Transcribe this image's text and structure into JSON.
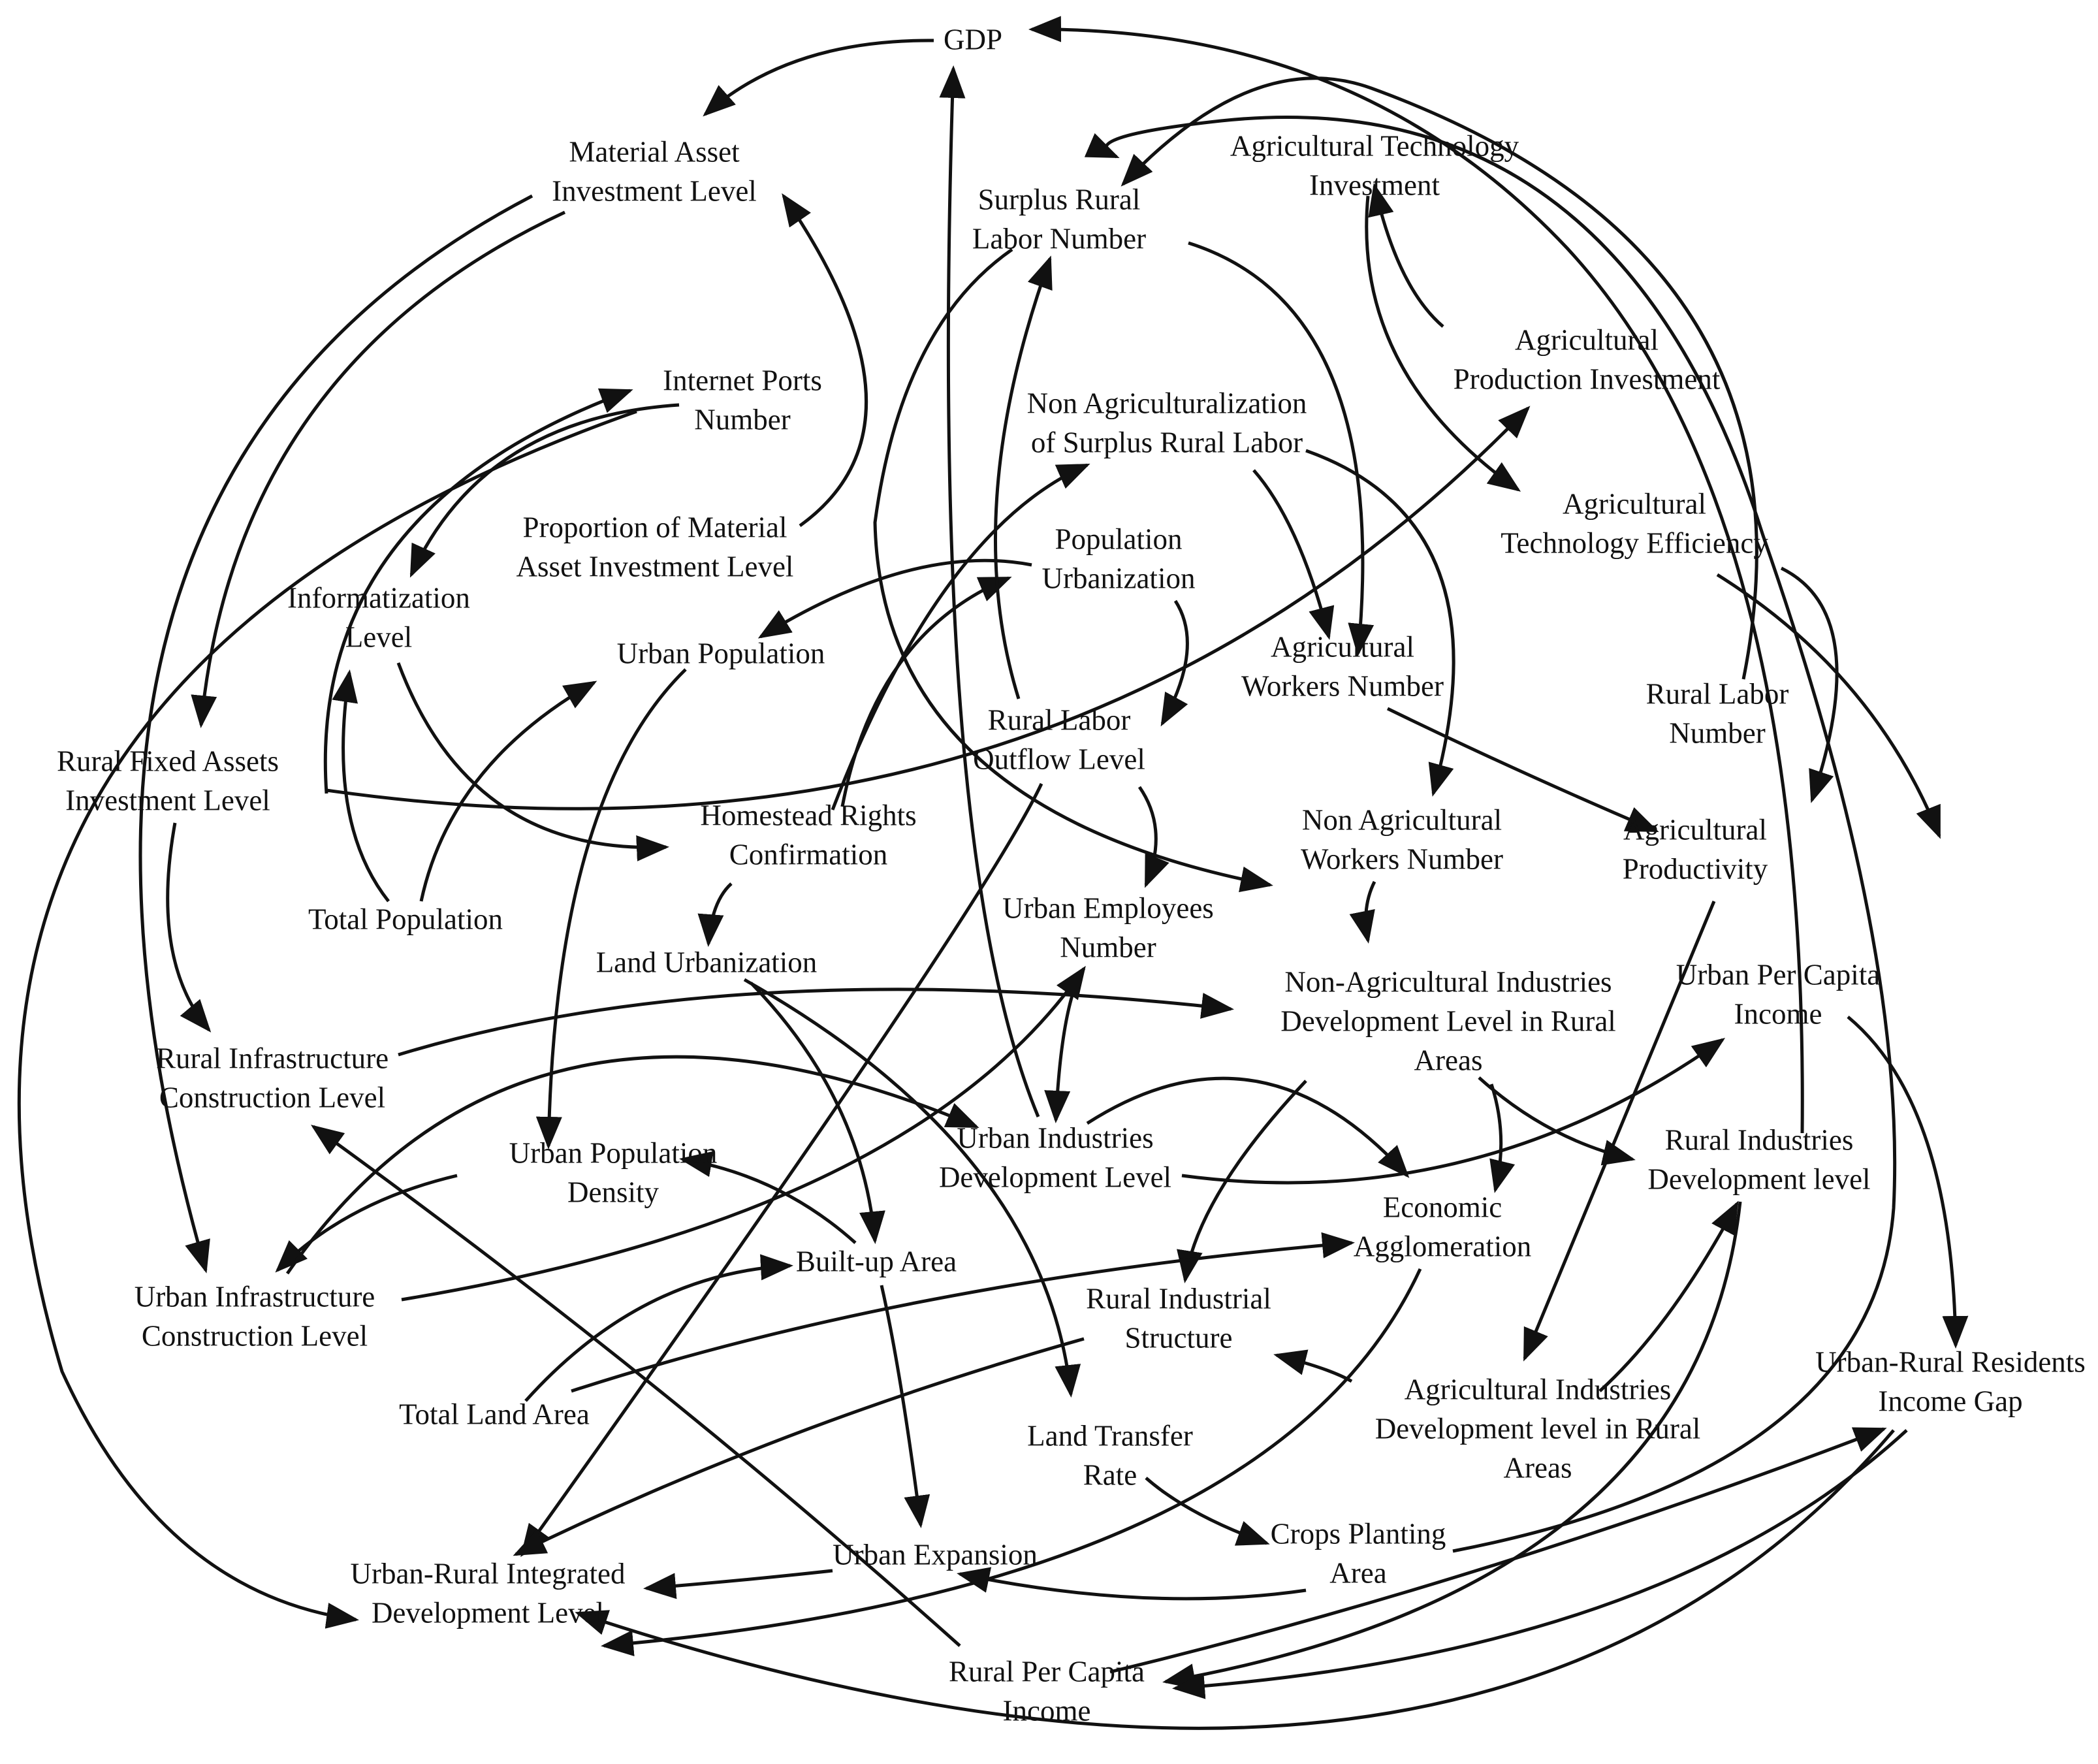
{
  "diagram": {
    "type": "causal-loop-diagram",
    "nodes": [
      {
        "id": "gdp",
        "label": [
          "GDP"
        ]
      },
      {
        "id": "material_asset",
        "label": [
          "Material Asset",
          "Investment Level"
        ]
      },
      {
        "id": "agri_tech_invest",
        "label": [
          "Agricultural Technology",
          "Investment"
        ]
      },
      {
        "id": "surplus_labor",
        "label": [
          "Surplus Rural",
          "Labor Number"
        ]
      },
      {
        "id": "internet_ports",
        "label": [
          "Internet Ports",
          "Number"
        ]
      },
      {
        "id": "agri_prod_invest",
        "label": [
          "Agricultural",
          "Production Investment"
        ]
      },
      {
        "id": "non_agri_surplus",
        "label": [
          "Non Agriculturalization",
          "of Surplus Rural Labor"
        ]
      },
      {
        "id": "prop_material",
        "label": [
          "Proportion of Material",
          "Asset Investment Level"
        ]
      },
      {
        "id": "agri_tech_eff",
        "label": [
          "Agricultural",
          "Technology Efficiency"
        ]
      },
      {
        "id": "pop_urbanization",
        "label": [
          "Population",
          "Urbanization"
        ]
      },
      {
        "id": "informatization",
        "label": [
          "Informatization",
          "Level"
        ]
      },
      {
        "id": "urban_pop",
        "label": [
          "Urban Population"
        ]
      },
      {
        "id": "agri_workers",
        "label": [
          "Agricultural",
          "Workers Number"
        ]
      },
      {
        "id": "rural_labor_number",
        "label": [
          "Rural Labor",
          "Number"
        ]
      },
      {
        "id": "rural_labor_outflow",
        "label": [
          "Rural Labor",
          "Outflow Level"
        ]
      },
      {
        "id": "rural_fixed",
        "label": [
          "Rural Fixed Assets",
          "Investment Level"
        ]
      },
      {
        "id": "homestead",
        "label": [
          "Homestead Rights",
          "Confirmation"
        ]
      },
      {
        "id": "non_agri_workers",
        "label": [
          "Non Agricultural",
          "Workers Number"
        ]
      },
      {
        "id": "agri_productivity",
        "label": [
          "Agricultural",
          "Productivity"
        ]
      },
      {
        "id": "total_pop",
        "label": [
          "Total Population"
        ]
      },
      {
        "id": "urban_employees",
        "label": [
          "Urban Employees",
          "Number"
        ]
      },
      {
        "id": "land_urbanization",
        "label": [
          "Land Urbanization"
        ]
      },
      {
        "id": "non_agri_industries",
        "label": [
          "Non-Agricultural Industries",
          "Development Level in Rural",
          "Areas"
        ]
      },
      {
        "id": "urban_pc_income",
        "label": [
          "Urban Per Capita",
          "Income"
        ]
      },
      {
        "id": "rural_infra",
        "label": [
          "Rural Infrastructure",
          "Construction Level"
        ]
      },
      {
        "id": "urban_industries",
        "label": [
          "Urban Industries",
          "Development Level"
        ]
      },
      {
        "id": "urban_pop_density",
        "label": [
          "Urban Population",
          "Density"
        ]
      },
      {
        "id": "rural_industries",
        "label": [
          "Rural Industries",
          "Development level"
        ]
      },
      {
        "id": "economic_agglom",
        "label": [
          "Economic",
          "Agglomeration"
        ]
      },
      {
        "id": "built_up",
        "label": [
          "Built-up Area"
        ]
      },
      {
        "id": "urban_infra",
        "label": [
          "Urban Infrastructure",
          "Construction Level"
        ]
      },
      {
        "id": "rural_industrial_structure",
        "label": [
          "Rural Industrial",
          "Structure"
        ]
      },
      {
        "id": "urban_rural_gap",
        "label": [
          "Urban-Rural Residents",
          "Income Gap"
        ]
      },
      {
        "id": "agri_industries",
        "label": [
          "Agricultural Industries",
          "Development level in Rural",
          "Areas"
        ]
      },
      {
        "id": "total_land",
        "label": [
          "Total Land Area"
        ]
      },
      {
        "id": "land_transfer",
        "label": [
          "Land Transfer",
          "Rate"
        ]
      },
      {
        "id": "crops_area",
        "label": [
          "Crops Planting",
          "Area"
        ]
      },
      {
        "id": "urban_expansion",
        "label": [
          "Urban Expansion"
        ]
      },
      {
        "id": "urban_rural_integrated",
        "label": [
          "Urban-Rural Integrated",
          "Development Level"
        ]
      },
      {
        "id": "rural_pc_income",
        "label": [
          "Rural Per Capita",
          "Income"
        ]
      }
    ],
    "edges": [
      {
        "from": "gdp",
        "to": "material_asset"
      },
      {
        "from": "material_asset",
        "to": "rural_fixed"
      },
      {
        "from": "material_asset",
        "to": "urban_infra"
      },
      {
        "from": "prop_material",
        "to": "material_asset"
      },
      {
        "from": "internet_ports",
        "to": "informatization"
      },
      {
        "from": "internet_ports",
        "to": "urban_rural_integrated"
      },
      {
        "from": "rural_fixed",
        "to": "internet_ports"
      },
      {
        "from": "rural_fixed",
        "to": "agri_prod_invest"
      },
      {
        "from": "rural_fixed",
        "to": "rural_infra"
      },
      {
        "from": "informatization",
        "to": "homestead"
      },
      {
        "from": "total_pop",
        "to": "informatization"
      },
      {
        "from": "total_pop",
        "to": "urban_pop"
      },
      {
        "from": "pop_urbanization",
        "to": "urban_pop"
      },
      {
        "from": "pop_urbanization",
        "to": "rural_labor_outflow"
      },
      {
        "from": "urban_pop",
        "to": "urban_pop_density"
      },
      {
        "from": "homestead",
        "to": "non_agri_surplus"
      },
      {
        "from": "homestead",
        "to": "pop_urbanization"
      },
      {
        "from": "homestead",
        "to": "land_urbanization"
      },
      {
        "from": "rural_labor_outflow",
        "to": "surplus_labor"
      },
      {
        "from": "rural_labor_outflow",
        "to": "urban_employees"
      },
      {
        "from": "rural_labor_outflow",
        "to": "urban_rural_integrated"
      },
      {
        "from": "surplus_labor",
        "to": "agri_workers"
      },
      {
        "from": "surplus_labor",
        "to": "non_agri_workers"
      },
      {
        "from": "non_agri_surplus",
        "to": "agri_workers"
      },
      {
        "from": "non_agri_surplus",
        "to": "non_agri_workers"
      },
      {
        "from": "agri_prod_invest",
        "to": "agri_tech_invest"
      },
      {
        "from": "agri_tech_invest",
        "to": "agri_tech_eff"
      },
      {
        "from": "agri_tech_eff",
        "to": "agri_productivity"
      },
      {
        "from": "rural_labor_number",
        "to": "surplus_labor"
      },
      {
        "from": "agri_workers",
        "to": "agri_productivity"
      },
      {
        "from": "non_agri_workers",
        "to": "non_agri_industries"
      },
      {
        "from": "agri_productivity",
        "to": "agri_industries"
      },
      {
        "from": "urban_employees",
        "to": "urban_industries"
      },
      {
        "from": "urban_industries",
        "to": "gdp"
      },
      {
        "from": "urban_industries",
        "to": "economic_agglom"
      },
      {
        "from": "urban_industries",
        "to": "urban_pc_income"
      },
      {
        "from": "rural_infra",
        "to": "non_agri_industries"
      },
      {
        "from": "non_agri_industries",
        "to": "economic_agglom"
      },
      {
        "from": "non_agri_industries",
        "to": "rural_industrial_structure"
      },
      {
        "from": "non_agri_industries",
        "to": "rural_industries"
      },
      {
        "from": "urban_pop_density",
        "to": "urban_infra"
      },
      {
        "from": "urban_infra",
        "to": "urban_industries"
      },
      {
        "from": "urban_infra",
        "to": "urban_employees"
      },
      {
        "from": "land_urbanization",
        "to": "built_up"
      },
      {
        "from": "land_urbanization",
        "to": "land_transfer"
      },
      {
        "from": "built_up",
        "to": "urban_pop_density"
      },
      {
        "from": "built_up",
        "to": "urban_expansion"
      },
      {
        "from": "total_land",
        "to": "built_up"
      },
      {
        "from": "total_land",
        "to": "economic_agglom"
      },
      {
        "from": "economic_agglom",
        "to": "urban_rural_integrated"
      },
      {
        "from": "rural_industrial_structure",
        "to": "urban_rural_integrated"
      },
      {
        "from": "agri_industries",
        "to": "rural_industrial_structure"
      },
      {
        "from": "agri_industries",
        "to": "rural_industries"
      },
      {
        "from": "land_transfer",
        "to": "crops_area"
      },
      {
        "from": "crops_area",
        "to": "surplus_labor"
      },
      {
        "from": "crops_area",
        "to": "urban_expansion"
      },
      {
        "from": "urban_expansion",
        "to": "urban_rural_integrated"
      },
      {
        "from": "rural_industries",
        "to": "gdp"
      },
      {
        "from": "rural_industries",
        "to": "rural_pc_income"
      },
      {
        "from": "urban_pc_income",
        "to": "urban_rural_gap"
      },
      {
        "from": "rural_pc_income",
        "to": "rural_infra"
      },
      {
        "from": "rural_pc_income",
        "to": "urban_rural_gap"
      },
      {
        "from": "urban_rural_gap",
        "to": "urban_rural_integrated"
      },
      {
        "from": "urban_rural_gap",
        "to": "rural_pc_income"
      },
      {
        "from": "agri_tech_eff",
        "to": "rural_pc_income"
      }
    ]
  }
}
